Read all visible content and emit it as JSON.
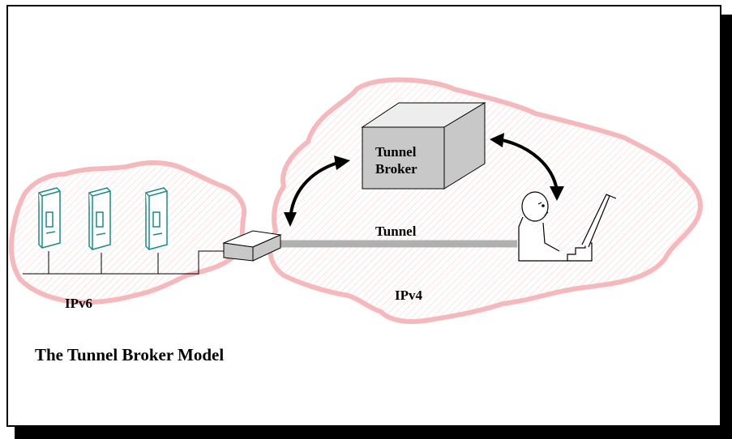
{
  "diagram": {
    "title": "The Tunnel Broker Model",
    "broker_label_line1": "Tunnel",
    "broker_label_line2": "Broker",
    "tunnel_label": "Tunnel",
    "ipv6_label": "IPv6",
    "ipv4_label": "IPv4"
  },
  "colors": {
    "cloud_outline": "#f5b8bc",
    "cloud_hatch": "#f8c9cc",
    "host_stroke": "#1a8a8a",
    "tunnel_line": "#b0b0b0",
    "broker_side": "#c8c8c8",
    "broker_top": "#ededed"
  }
}
